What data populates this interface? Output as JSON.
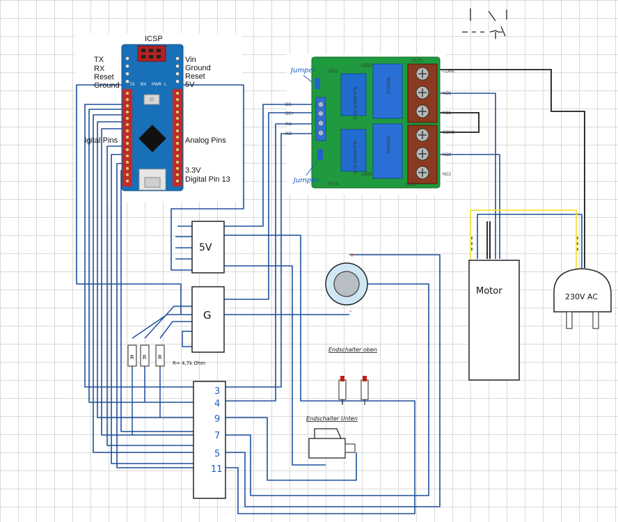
{
  "arduino": {
    "icsp": "ICSP",
    "left_pins": [
      "TX",
      "RX",
      "Reset",
      "Ground"
    ],
    "digital_pins": "igital Pins",
    "right_pins": [
      "Vin",
      "Ground",
      "Reset",
      "5V"
    ],
    "analog_pins": "Analog Pins",
    "v33": "3.3V",
    "digital_pin_13": "Digital Pin 13"
  },
  "relay_board": {
    "labels_left": [
      "LED1",
      "DC-",
      "DC+",
      "IN1",
      "IN2"
    ],
    "labels_right": [
      "COM1",
      "NO1",
      "NC1",
      "COM2",
      "NO2",
      "NC2"
    ],
    "led2": "LED2",
    "led3": "LED3",
    "out1": "OUT1",
    "out2": "OUT2",
    "board_id": "YT0-3",
    "relay_brand": "SONGLE",
    "relay_model": "SLA-05VDC-SL-C",
    "jumper_top": "Jumper",
    "jumper_bottom": "Jumper"
  },
  "blocks": {
    "five_v": "5V",
    "ground": "G",
    "motor": "Motor",
    "plug": "230V AC",
    "plus": "+",
    "minus": "-"
  },
  "resistors": {
    "labels": [
      "R",
      "R",
      "R"
    ],
    "value": "R= 4,7k Ohm"
  },
  "pin_connector": {
    "numbers": [
      "3",
      "4",
      "9",
      "7",
      "5",
      "11"
    ]
  },
  "switches": {
    "top_label": "Endschalter oben",
    "bottom_label": "Endschalter Unten"
  },
  "colors": {
    "wire_blue": "#1c4e9a",
    "wire_black": "#1a1a1a",
    "wire_yellow": "#f2e23a",
    "wire_green": "#2a9d2a",
    "arduino_board": "#1770b8",
    "relay_board": "#1f9a3e",
    "relay_box": "#2a6fd6",
    "terminal": "#8a3a1e",
    "handwriting_blue": "#1a5cc0"
  }
}
